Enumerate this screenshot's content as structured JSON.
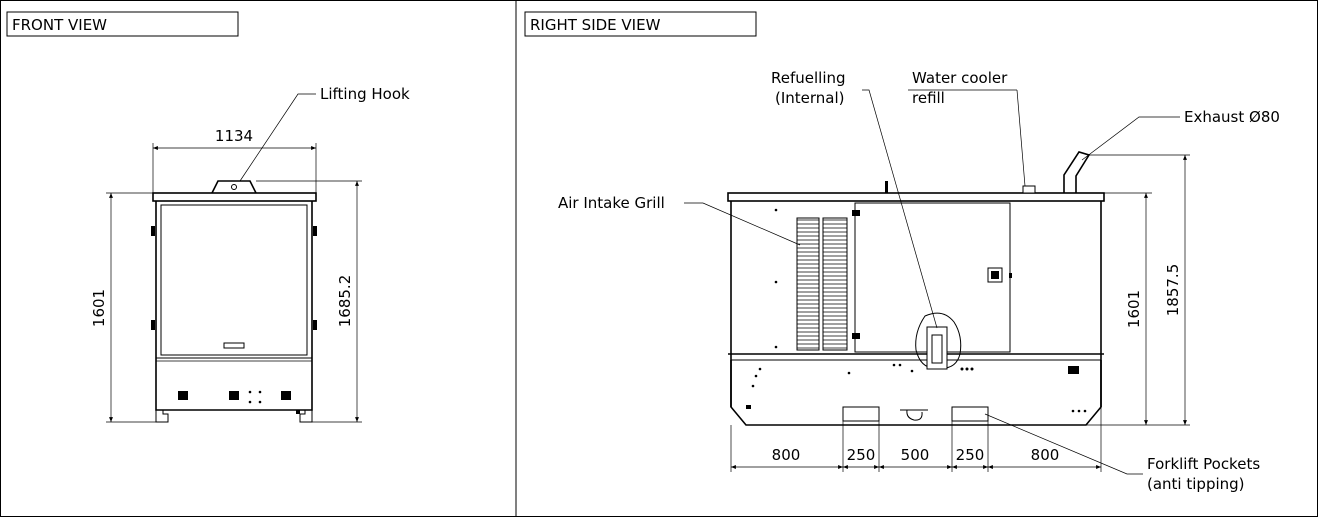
{
  "front_view": {
    "title": "FRONT VIEW",
    "callouts": {
      "lifting_hook": "Lifting Hook"
    },
    "dimensions": {
      "width": "1134",
      "height_body": "1601",
      "height_total": "1685.2"
    }
  },
  "side_view": {
    "title": "RIGHT SIDE VIEW",
    "callouts": {
      "refuelling_line1": "Refuelling",
      "refuelling_line2": "(Internal)",
      "water_line1": "Water cooler",
      "water_line2": "refill",
      "exhaust": "Exhaust Ø80",
      "air_intake": "Air Intake Grill",
      "forklift_line1": "Forklift Pockets",
      "forklift_line2": "(anti tipping)"
    },
    "dimensions": {
      "seg1": "800",
      "seg2": "250",
      "seg3": "500",
      "seg4": "250",
      "seg5": "800",
      "height_body": "1601",
      "height_total": "1857.5"
    }
  }
}
